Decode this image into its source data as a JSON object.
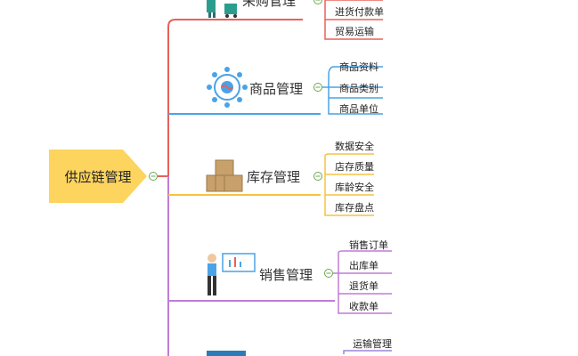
{
  "root": {
    "label": "供应链管理"
  },
  "branches": [
    {
      "label": "采购管理",
      "color": "#e8605a",
      "icon": "worker-with-cart-icon",
      "children": [
        "进货付款单",
        "贸易运输"
      ]
    },
    {
      "label": "商品管理",
      "color": "#4aa3e6",
      "icon": "product-network-icon",
      "children": [
        "商品资料",
        "商品类别",
        "商品单位"
      ]
    },
    {
      "label": "库存管理",
      "color": "#f5c342",
      "icon": "stacked-boxes-icon",
      "children": [
        "数据安全",
        "店存质量",
        "库龄安全",
        "库存盘点"
      ]
    },
    {
      "label": "销售管理",
      "color": "#c07cd6",
      "icon": "presenter-chart-icon",
      "children": [
        "销售订单",
        "出库单",
        "退货单",
        "收款单"
      ]
    },
    {
      "label": "",
      "color": "#9b86d8",
      "icon": "monitor-icon",
      "children": [
        "运输管理"
      ]
    }
  ],
  "colors": {
    "root_fill": "#fcd45e",
    "collapse_marker": "#6aa84f"
  }
}
